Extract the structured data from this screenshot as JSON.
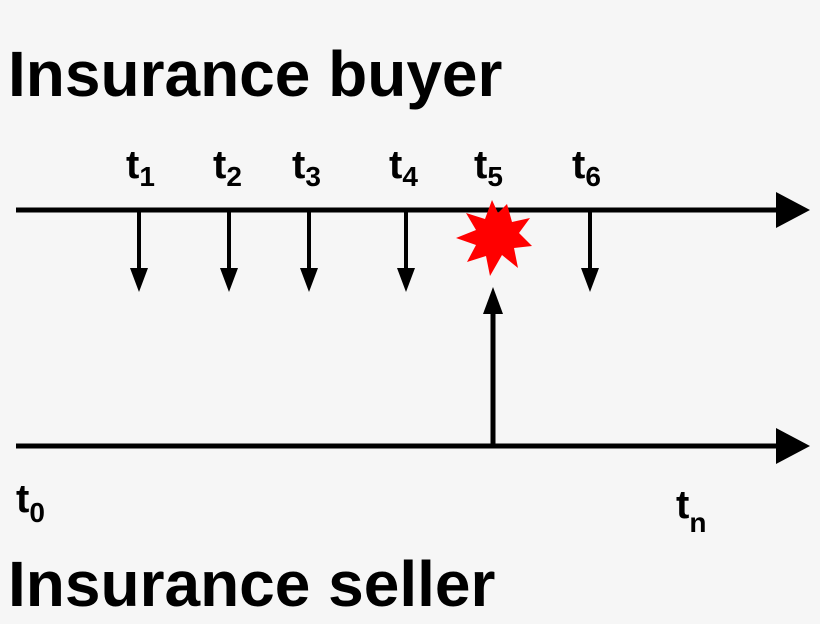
{
  "diagram": {
    "buyer_label": "Insurance buyer",
    "seller_label": "Insurance seller",
    "buyer_ticks": [
      {
        "base": "t",
        "sub": "1"
      },
      {
        "base": "t",
        "sub": "2"
      },
      {
        "base": "t",
        "sub": "3"
      },
      {
        "base": "t",
        "sub": "4"
      },
      {
        "base": "t",
        "sub": "5"
      },
      {
        "base": "t",
        "sub": "6"
      }
    ],
    "start_label": {
      "base": "t",
      "sub": "0"
    },
    "end_label": {
      "base": "t",
      "sub": "n"
    },
    "event_tick_index": 4,
    "colors": {
      "background": "#f6f6f6",
      "line": "#000000",
      "event_burst": "#ff0000"
    },
    "icons": {
      "event": "explosion-burst-icon"
    }
  }
}
